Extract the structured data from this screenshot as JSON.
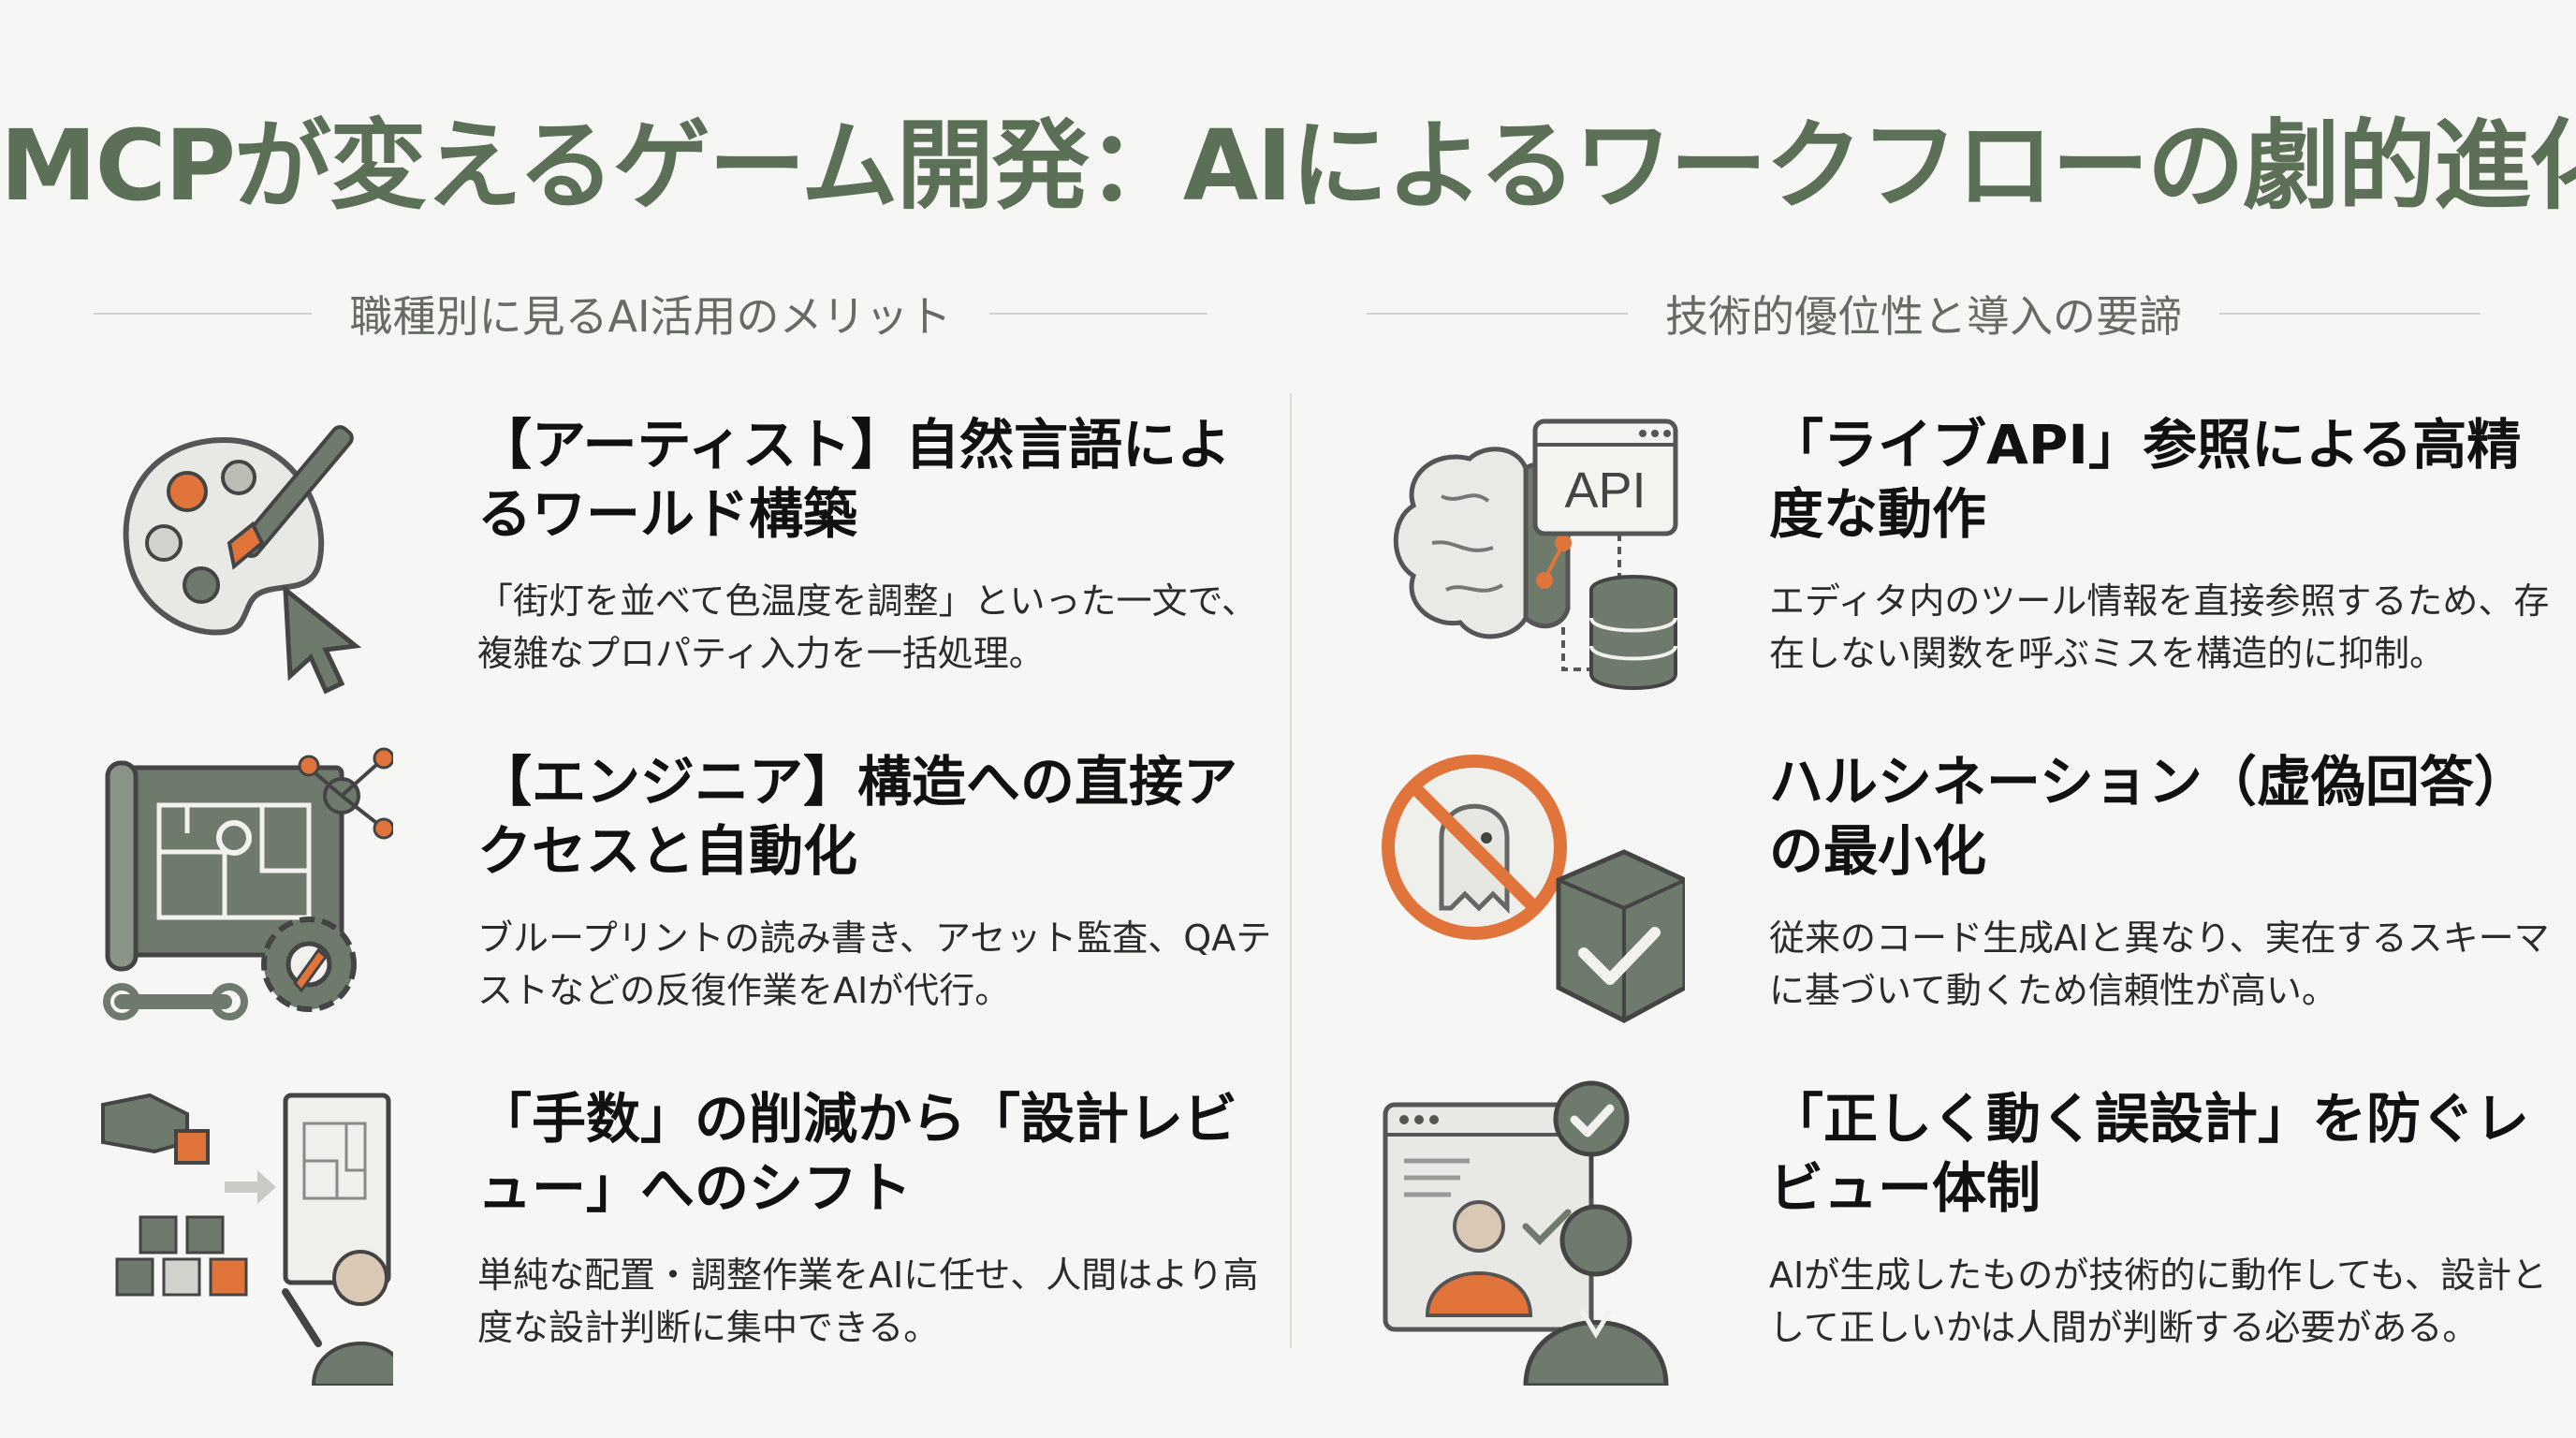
{
  "title": "MCPが変えるゲーム開発：AIによるワークフローの劇的進化",
  "left_section": {
    "label": "職種別に見るAI活用のメリット",
    "cards": [
      {
        "icon": "palette-brush-cursor-icon",
        "heading": "【アーティスト】自然言語によるワールド構築",
        "desc": "「街灯を並べて色温度を調整」といった一文で、複雑なプロパティ入力を一括処理。"
      },
      {
        "icon": "blueprint-gear-icon",
        "heading": "【エンジニア】構造への直接アクセスと自動化",
        "desc": "ブループリントの読み書き、アセット監査、QAテストなどの反復作業をAIが代行。"
      },
      {
        "icon": "blocks-blueprint-review-icon",
        "heading": "「手数」の削減から「設計レビュー」へのシフト",
        "desc": "単純な配置・調整作業をAIに任せ、人間はより高度な設計判断に集中できる。"
      }
    ]
  },
  "right_section": {
    "label": "技術的優位性と導入の要諦",
    "cards": [
      {
        "icon": "brain-api-database-icon",
        "heading": "「ライブAPI」参照による高精度な動作",
        "desc": "エディタ内のツール情報を直接参照するため、存在しない関数を呼ぶミスを構造的に抑制。"
      },
      {
        "icon": "no-ghost-verified-box-icon",
        "heading": "ハルシネーション（虚偽回答）の最小化",
        "desc": "従来のコード生成AIと異なり、実在するスキーマに基づいて動くため信頼性が高い。"
      },
      {
        "icon": "reviewer-approval-icon",
        "heading": "「正しく動く誤設計」を防ぐレビュー体制",
        "desc": "AIが生成したものが技術的に動作しても、設計として正しいかは人間が判断する必要がある。"
      }
    ]
  },
  "colors": {
    "accent": "#5c6f57",
    "orange": "#e0743a",
    "grey": "#6e7a6b",
    "background": "#f6f6f4"
  },
  "icon_text": {
    "api": "API"
  }
}
